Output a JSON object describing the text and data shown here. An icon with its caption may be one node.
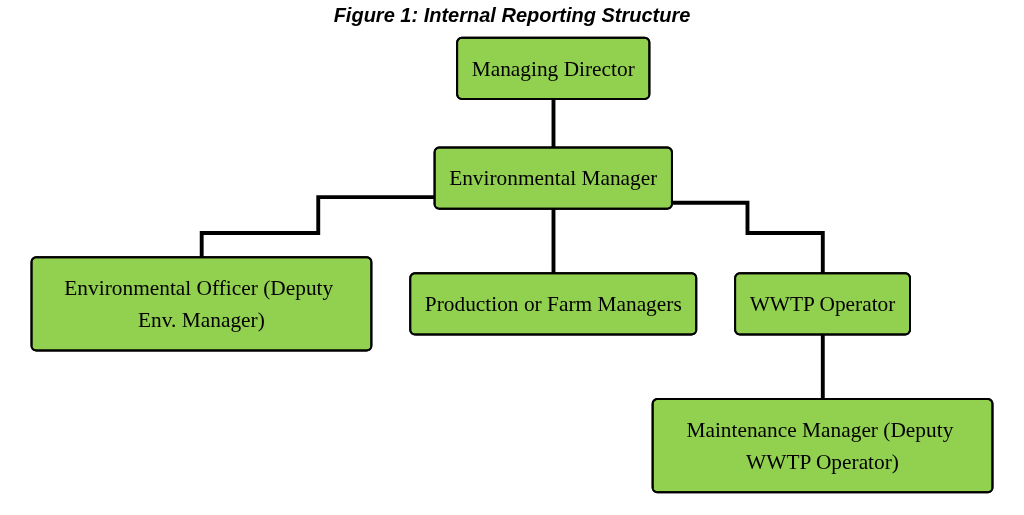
{
  "diagram": {
    "title": "Figure 1: Internal Reporting Structure",
    "nodes": [
      {
        "text": [
          "Managing Director"
        ]
      },
      {
        "text": [
          "Environmental Manager"
        ]
      },
      {
        "text": [
          "Environmental Officer (Deputy Env. Manager)"
        ]
      },
      {
        "text": [
          "Production or Farm Managers"
        ]
      },
      {
        "text": [
          "WWTP Operator"
        ]
      },
      {
        "text": [
          "Maintenance Manager (Deputy WWTP Operator)"
        ]
      }
    ],
    "edges": [
      {
        "from": 0,
        "to": 1,
        "arrow": "none"
      },
      {
        "from": 1,
        "to": 2,
        "arrow": "none"
      },
      {
        "from": 1,
        "to": 3,
        "arrow": "none"
      },
      {
        "from": 1,
        "to": 4,
        "arrow": "none"
      },
      {
        "from": 4,
        "to": 5,
        "arrow": "none"
      }
    ]
  }
}
